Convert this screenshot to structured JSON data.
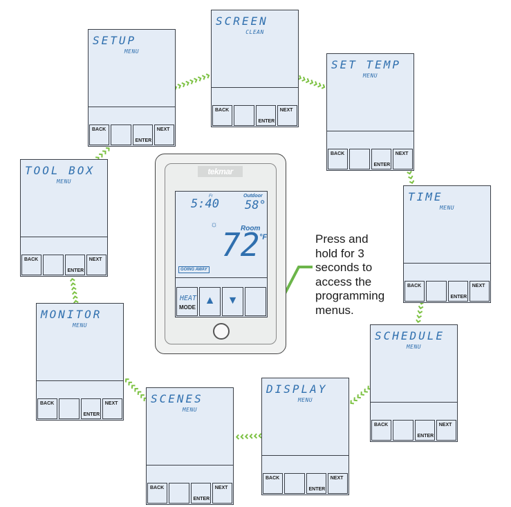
{
  "cards": [
    {
      "id": "setup",
      "title": "SETUP",
      "sub": "MENU"
    },
    {
      "id": "screen",
      "title": "SCREEN",
      "sub": "CLEAN"
    },
    {
      "id": "set-temp",
      "title": "SET TEMP",
      "sub": "MENU"
    },
    {
      "id": "time",
      "title": "TIME",
      "sub": "MENU"
    },
    {
      "id": "schedule",
      "title": "SCHEDULE",
      "sub": "MENU"
    },
    {
      "id": "display",
      "title": "DISPLAY",
      "sub": "MENU"
    },
    {
      "id": "scenes",
      "title": "SCENES",
      "sub": "MENU"
    },
    {
      "id": "monitor",
      "title": "MONITOR",
      "sub": "MENU"
    },
    {
      "id": "tool-box",
      "title": "TOOL BOX",
      "sub": "MENU"
    }
  ],
  "keys": {
    "back": "BACK",
    "enter": "ENTER",
    "next": "NEXT"
  },
  "thermostat": {
    "brand": "tekmar",
    "time": "5:40",
    "day": "Fr",
    "outdoor_label": "Outdoor",
    "outdoor_temp": "58°",
    "room_label": "Room",
    "room_temp": "72",
    "unit": "°F",
    "away": "GOING AWAY",
    "mode_top": "HEAT",
    "mode_bottom": "MODE"
  },
  "instruction": {
    "lines": [
      "Press and",
      "hold for 3",
      "seconds to",
      "access the",
      "programming",
      "menus."
    ]
  },
  "colors": {
    "lcd": "#e4ecf6",
    "lcd_text": "#2f6fae",
    "chevron": "#7cc142",
    "callout": "#6cb54a"
  }
}
